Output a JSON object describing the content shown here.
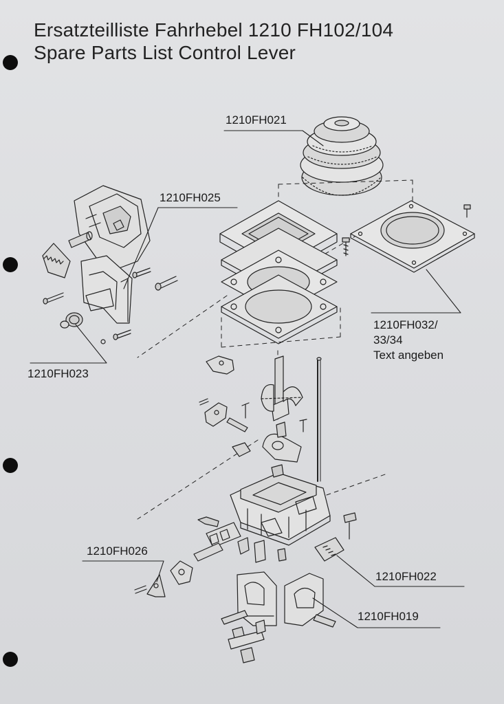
{
  "title": {
    "line1": "Ersatzteilliste Fahrhebel 1210 FH102/104",
    "line2": "Spare Parts List Control Lever"
  },
  "labels": {
    "fh021": "1210FH021",
    "fh025": "1210FH025",
    "fh023": "1210FH023",
    "fh032_line1": "1210FH032/",
    "fh032_line2": "33/34",
    "fh032_line3": "Text angeben",
    "fh026": "1210FH026",
    "fh022": "1210FH022",
    "fh019": "1210FH019"
  },
  "colors": {
    "paper": "#dcdde0",
    "ink": "#1a1a1a",
    "binder_hole": "#0d0d0d"
  }
}
